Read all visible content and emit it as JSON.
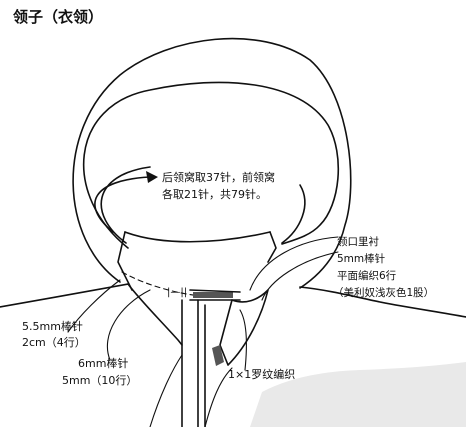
{
  "title": "领子（衣领）",
  "annotation_main": {
    "line1": "后领窝取37针，前领窝",
    "line2": "各取21针，共79针。"
  },
  "annotation_right": {
    "line1": "领口里衬",
    "line2": "5mm棒针",
    "line3": "平面编织6行",
    "line4": "（美利奴浅灰色1股）"
  },
  "annotation_left": {
    "line1": "5.5mm棒针",
    "line2": "2cm（4行）"
  },
  "annotation_needle": {
    "line1": "6mm棒针",
    "line2": "5mm（10行）"
  },
  "annotation_rib": "1×1罗纹编织",
  "marker_text": "|—||",
  "colors": {
    "line": "#111111",
    "band": "#555555",
    "watermark": "#e9e9e9"
  }
}
